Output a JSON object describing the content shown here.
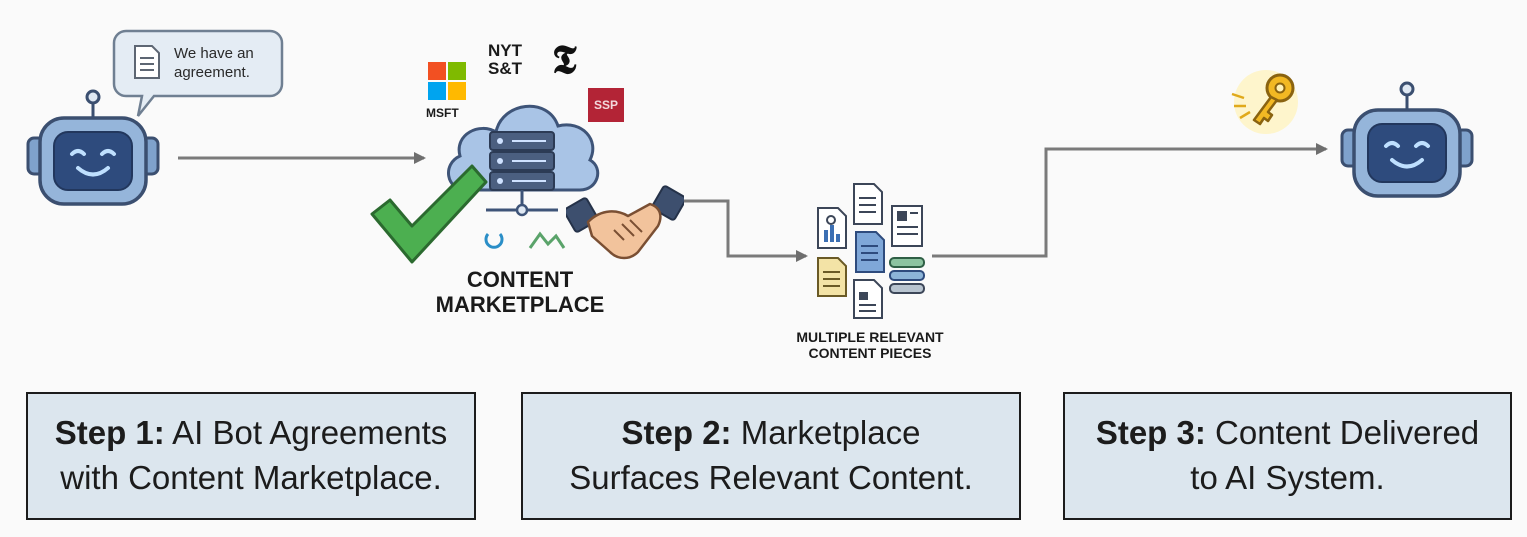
{
  "speech_bubble": {
    "line1": "We have an",
    "line2": "agreement."
  },
  "brands": {
    "msft": "MSFT",
    "nyt_line1": "NYT",
    "nyt_line2": "S&T",
    "nyt_logo_glyph": "𝕿",
    "ssp": "SSP"
  },
  "marketplace": {
    "line1": "CONTENT",
    "line2": "MARKETPLACE"
  },
  "content_pieces": {
    "line1": "MULTIPLE RELEVANT",
    "line2": "CONTENT PIECES"
  },
  "steps": [
    {
      "num": "Step 1:",
      "text_line1": "AI Bot Agreements",
      "text_line2": "with Content Marketplace."
    },
    {
      "num": "Step 2:",
      "text_line1": "Marketplace",
      "text_line2": "Surfaces Relevant Content."
    },
    {
      "num": "Step 3:",
      "text_line1": "Content Delivered",
      "text_line2": "to AI System."
    }
  ],
  "colors": {
    "robot_body": "#8fb0d6",
    "robot_screen": "#2e4b7d",
    "cloud": "#a9c4e6",
    "check": "#4caf50",
    "key": "#f2b823",
    "ssp_bg": "#b32436",
    "step_box_bg": "#dce6ee"
  },
  "icons": [
    "robot-icon",
    "document-icon",
    "cloud-server-icon",
    "checkmark-icon",
    "handshake-icon",
    "key-icon",
    "microsoft-logo-icon",
    "nyt-logo-icon"
  ]
}
